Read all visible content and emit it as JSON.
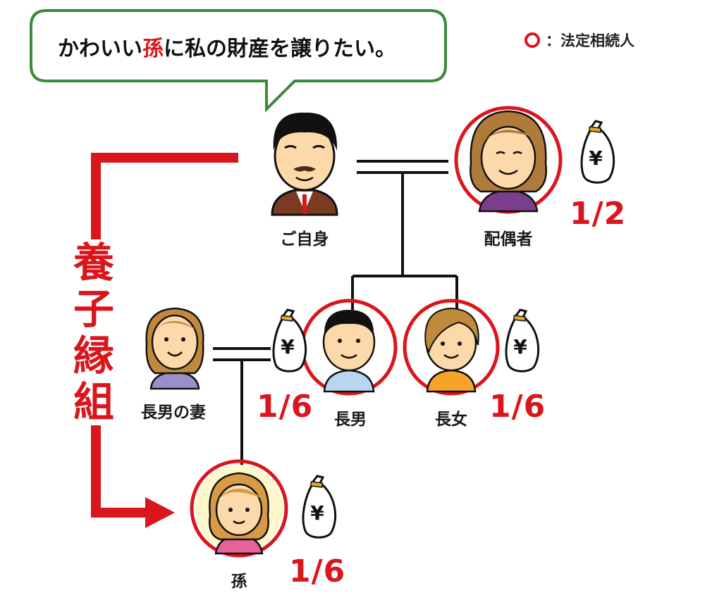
{
  "speech": {
    "before": "かわいい",
    "highlight": "孫",
    "after": "に私の財産を譲りたい。"
  },
  "legend": {
    "text": "：法定相続人"
  },
  "adoption": {
    "label": [
      "養",
      "子",
      "縁",
      "組"
    ]
  },
  "people": {
    "self": {
      "name": "ご自身"
    },
    "spouse": {
      "name": "配偶者",
      "share": "1/2"
    },
    "son": {
      "name": "長男",
      "share": "1/6"
    },
    "daughter": {
      "name": "長女",
      "share": "1/6"
    },
    "son_wife": {
      "name": "長男の妻"
    },
    "grandchild": {
      "name": "孫",
      "share": "1/6"
    }
  },
  "colors": {
    "accent_red": "#d9161c",
    "bubble_border": "#3d8a3d",
    "line": "#111111"
  },
  "icons": [
    "money-bag-icon",
    "yen-icon"
  ]
}
